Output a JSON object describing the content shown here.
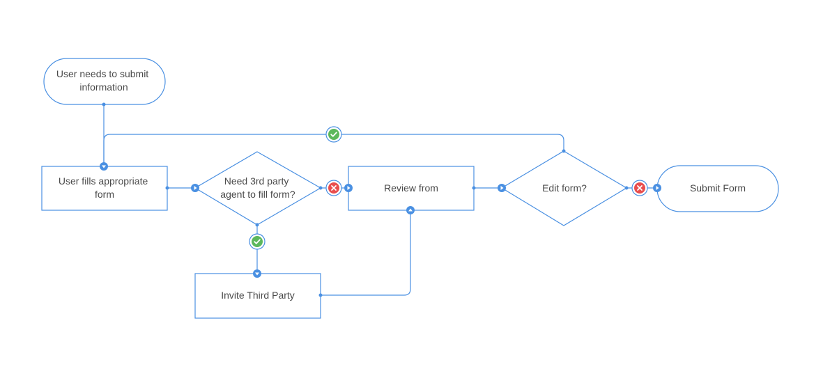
{
  "colors": {
    "stroke": "#4a90e2",
    "yes": "#5cb85c",
    "no": "#e94e4e",
    "text": "#4a4a4a"
  },
  "nodes": {
    "start": {
      "lines": [
        "User needs to submit",
        "information"
      ]
    },
    "fill": {
      "lines": [
        "User fills appropriate",
        "form"
      ]
    },
    "need": {
      "lines": [
        "Need 3rd party",
        "agent to fill form?"
      ]
    },
    "review": {
      "lines": [
        "Review from"
      ]
    },
    "edit": {
      "lines": [
        "Edit form?"
      ]
    },
    "submit": {
      "lines": [
        "Submit Form"
      ]
    },
    "invite": {
      "lines": [
        "Invite Third Party"
      ]
    }
  },
  "icons": {
    "yes": "check-icon",
    "no": "close-icon"
  }
}
